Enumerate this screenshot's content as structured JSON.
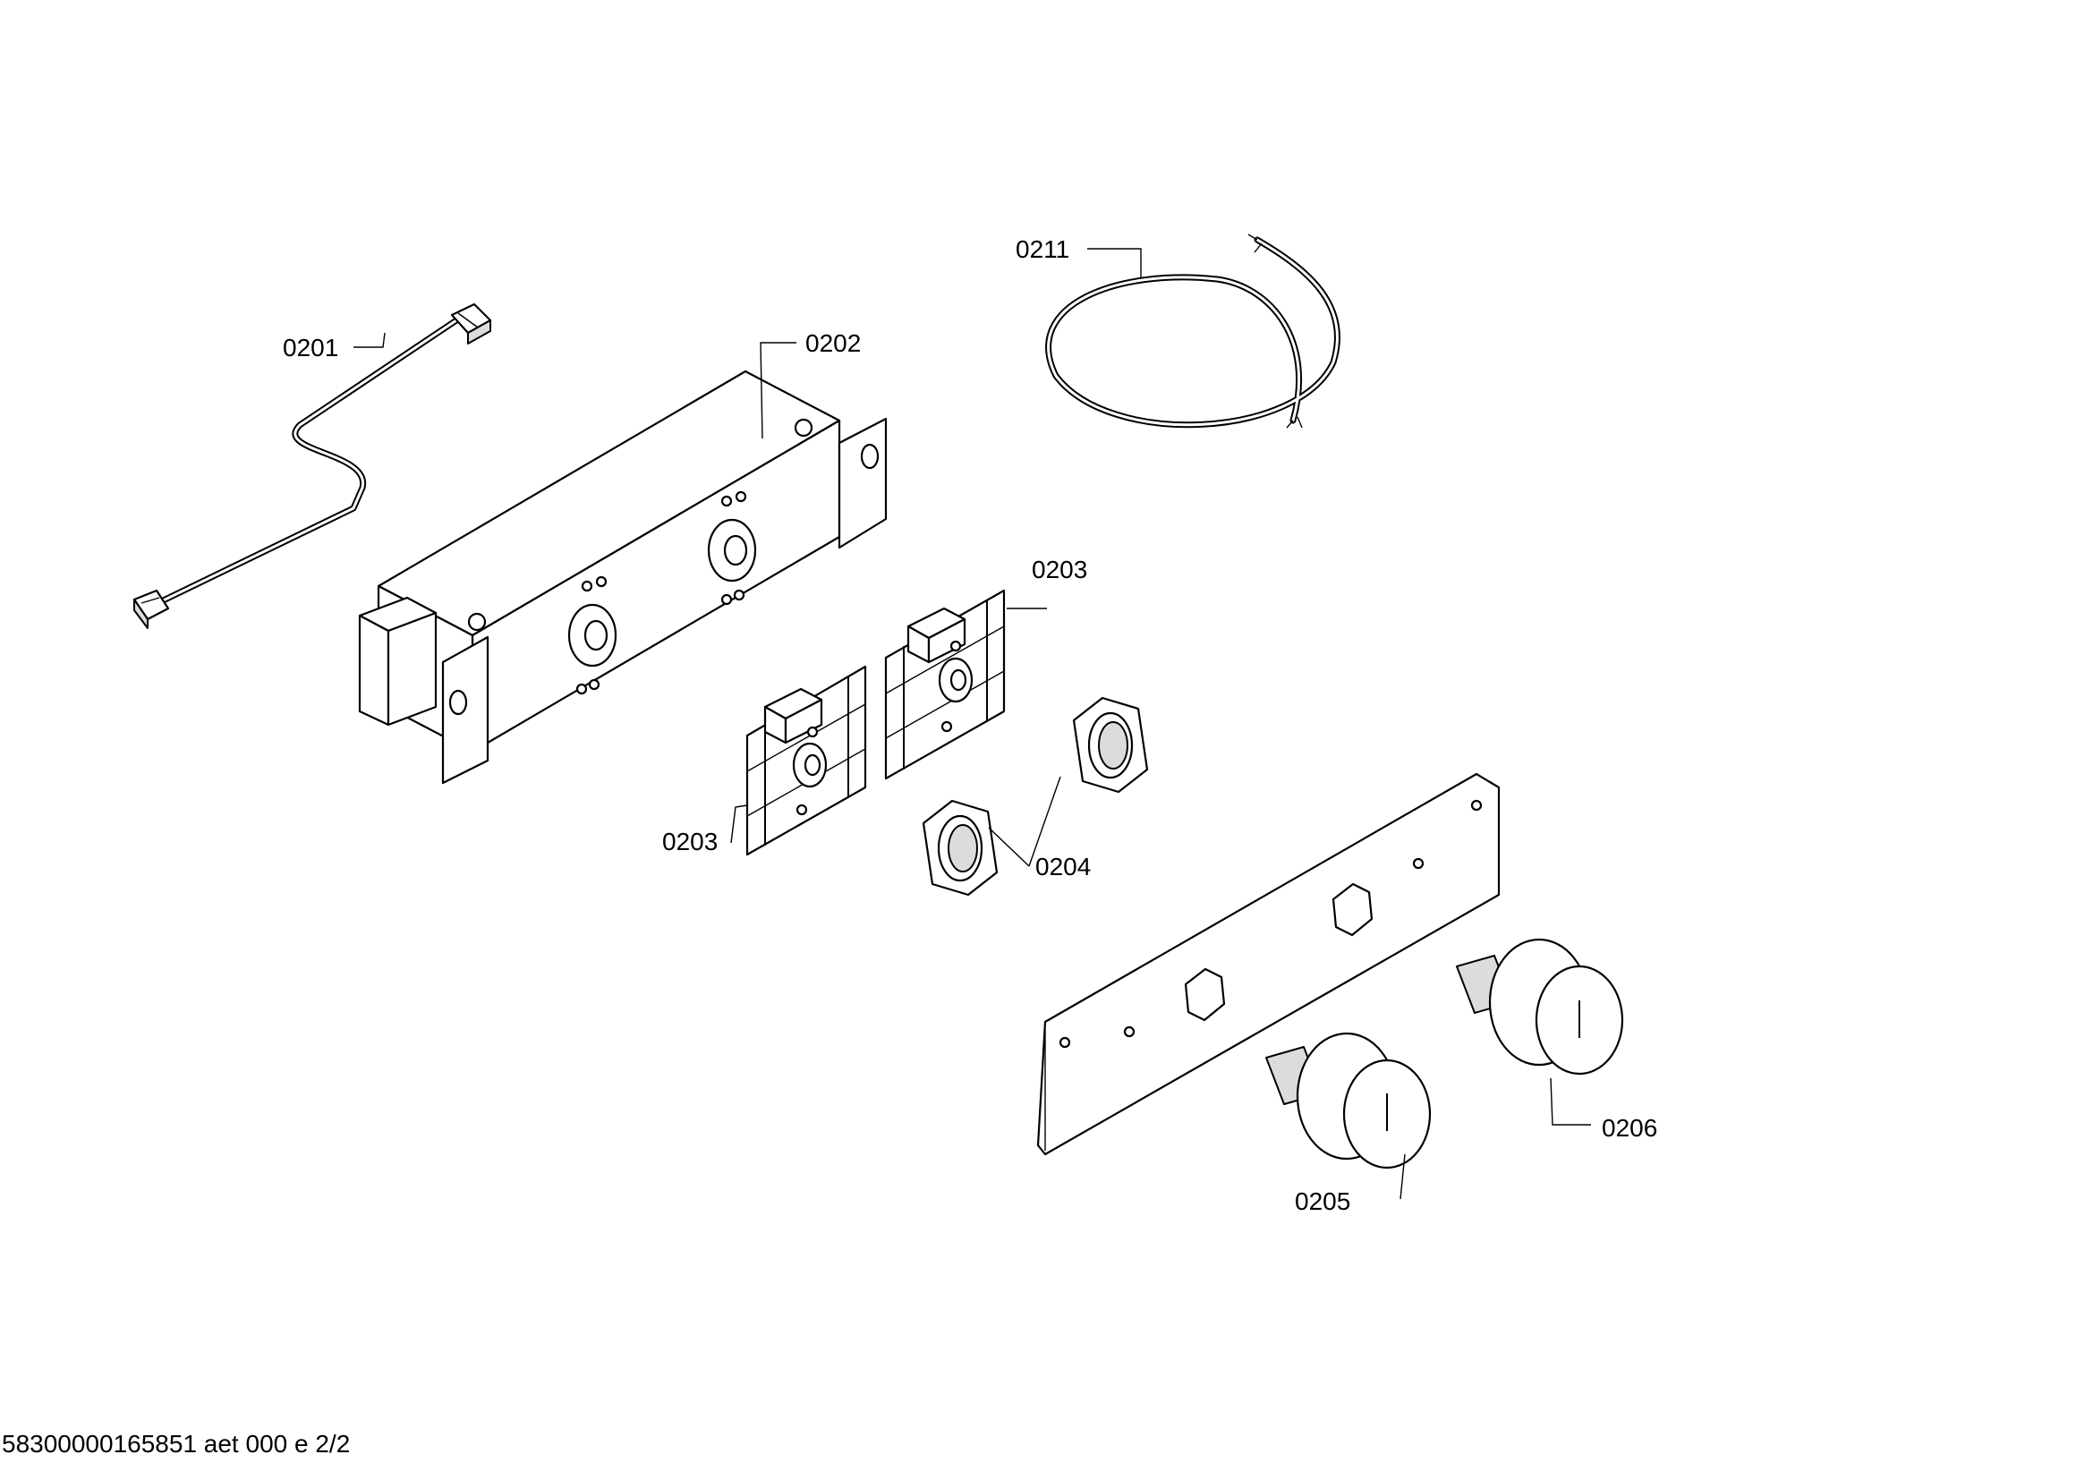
{
  "parts": [
    {
      "id": "0201",
      "label": "0201"
    },
    {
      "id": "0202",
      "label": "0202"
    },
    {
      "id": "0203a",
      "label": "0203"
    },
    {
      "id": "0203b",
      "label": "0203"
    },
    {
      "id": "0204",
      "label": "0204"
    },
    {
      "id": "0205",
      "label": "0205"
    },
    {
      "id": "0206",
      "label": "0206"
    },
    {
      "id": "0211",
      "label": "0211"
    }
  ],
  "footer": "58300000165851 aet 000 e 2/2"
}
